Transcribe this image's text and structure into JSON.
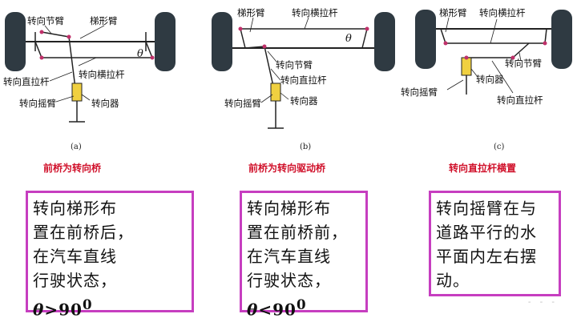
{
  "colors": {
    "frame": "#c63ec0",
    "caption": "#d0102a",
    "wheel": "#2f3a42",
    "link": "#222222",
    "gear": "#f0d040"
  },
  "panels": [
    {
      "id": "a",
      "labels": {
        "knuckle_arm": "转向节臂",
        "trapezoid_arm": "梯形臂",
        "tie_rod": "转向横拉杆",
        "drag_link": "转向直拉杆",
        "pitman_arm": "转向摇臂",
        "gear": "转向器",
        "theta": "θ"
      },
      "sublabel": "(a)",
      "caption": "前桥为转向桥",
      "box": {
        "lines": [
          "转向梯形布",
          "置在前桥后，",
          "在汽车直线",
          "行驶状态，"
        ],
        "symbol": "θ",
        "relation": ">90",
        "superscript": "0"
      }
    },
    {
      "id": "b",
      "labels": {
        "trapezoid_arm": "梯形臂",
        "tie_rod": "转向横拉杆",
        "knuckle_arm": "转向节臂",
        "drag_link": "转向直拉杆",
        "pitman_arm": "转向摇臂",
        "gear": "转向器",
        "theta": "θ"
      },
      "sublabel": "(b)",
      "caption": "前桥为转向驱动桥",
      "box": {
        "lines": [
          "转向梯形布",
          "置在前桥前，",
          "在汽车直线",
          "行驶状态，"
        ],
        "symbol": "θ",
        "relation": "<90",
        "superscript": "0"
      }
    },
    {
      "id": "c",
      "labels": {
        "trapezoid_arm": "梯形臂",
        "tie_rod": "转向横拉杆",
        "knuckle_arm": "转向节臂",
        "gear": "转向器",
        "pitman_arm": "转向摇臂",
        "drag_link": "转向直拉杆"
      },
      "sublabel": "(c)",
      "caption": "转向直拉杆横置",
      "box": {
        "lines": [
          "转向摇臂在与",
          "道路平行的水",
          "平面内左右摆",
          "动。"
        ]
      }
    }
  ],
  "watermark": "- - -"
}
